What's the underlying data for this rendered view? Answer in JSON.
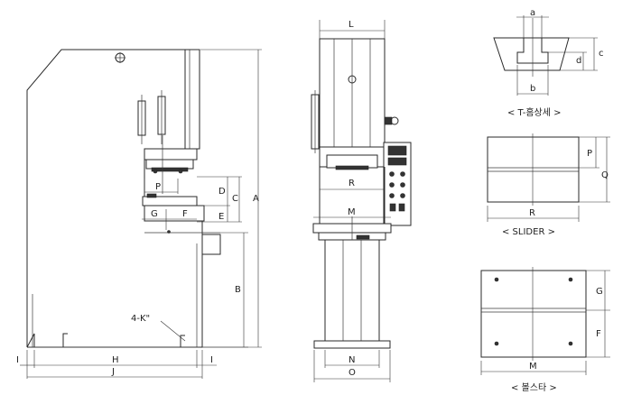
{
  "labels": {
    "L": "L",
    "A": "A",
    "B": "B",
    "C": "C",
    "D": "D",
    "E": "E",
    "F": "F",
    "G": "G",
    "H": "H",
    "I_left": "I",
    "I_right": "I",
    "J": "J",
    "K": "4-K\"",
    "P": "P",
    "R": "R",
    "M": "M",
    "N": "N",
    "O": "O",
    "a": "a",
    "b": "b",
    "c": "c",
    "d": "d",
    "slider_P": "P",
    "slider_Q": "Q",
    "slider_R": "R",
    "bolster_G": "G",
    "bolster_F": "F",
    "bolster_M": "M"
  },
  "captions": {
    "tslot": "< T-홈상세 >",
    "slider": "< SLIDER >",
    "bolster": "< 볼스타 >"
  }
}
